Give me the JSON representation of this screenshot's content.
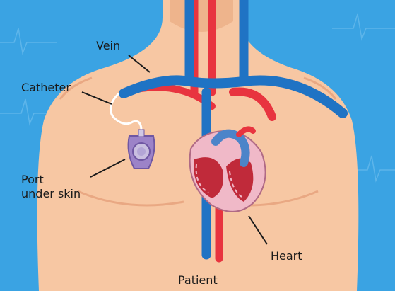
{
  "labels": {
    "vein": "Vein",
    "catheter": "Catheter",
    "port": "Port\nunder skin",
    "heart": "Heart",
    "patient": "Patient"
  },
  "colors": {
    "background": "#3aa3e3",
    "skin": "#f7c7a3",
    "skin_shade": "#eeb48c",
    "vein": "#1f73c4",
    "artery": "#e8343f",
    "heart": "#f0b9c8",
    "port": "#9c83c8"
  }
}
